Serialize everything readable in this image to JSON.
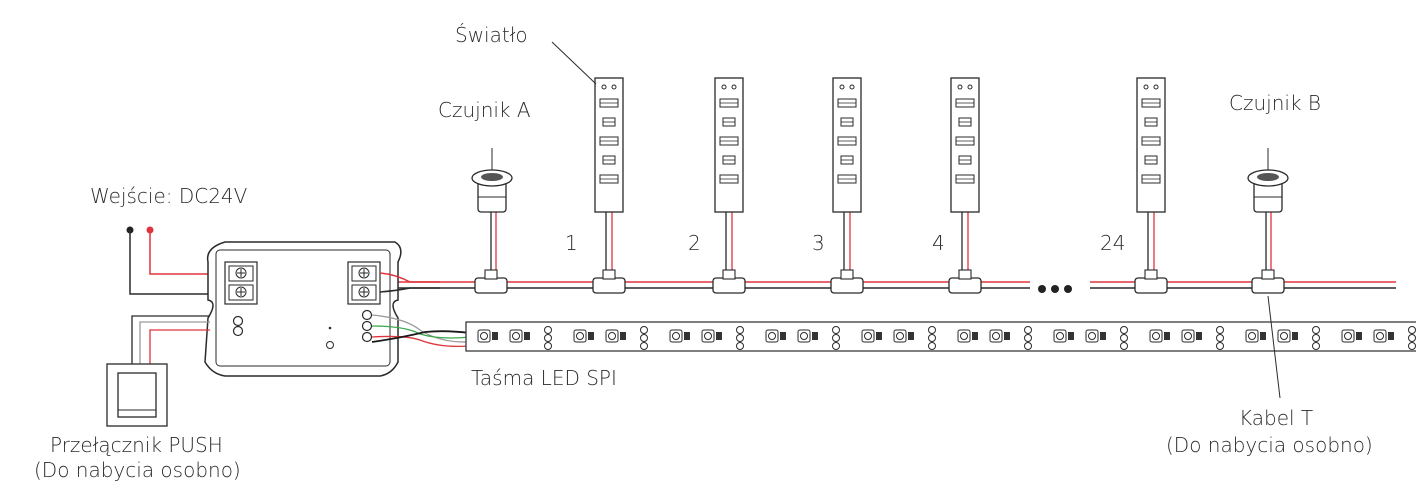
{
  "labels": {
    "light": "Światło",
    "sensor_a": "Czujnik A",
    "sensor_b": "Czujnik B",
    "input": "Wejście: DC24V",
    "push_switch": "Przełącznik PUSH",
    "push_switch_note": "(Do nabycia osobno)",
    "led_strip": "Taśma LED SPI",
    "t_cable": "Kabel T",
    "t_cable_note": "(Do nabycia osobno)"
  },
  "lights": [
    "1",
    "2",
    "3",
    "4",
    "24"
  ],
  "colors": {
    "line": "#2a2a2a",
    "wire_red": "#e0343c",
    "wire_green": "#3aa84a",
    "wire_white": "#9a9a9a",
    "wire_dark": "#1a1a1a"
  }
}
